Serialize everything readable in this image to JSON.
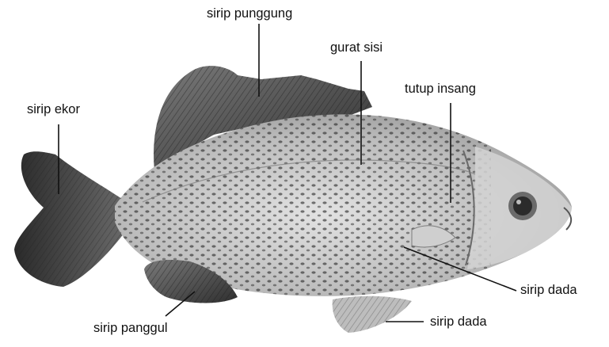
{
  "labels": {
    "dorsal_fin": "sirip punggung",
    "lateral_line": "gurat sisi",
    "tail_fin": "sirip ekor",
    "gill_cover": "tutup insang",
    "pectoral_fin": "sirip dada",
    "lower_fin": "sirip dada",
    "pelvic_fin": "sirip panggul"
  },
  "colors": {
    "fish_light": "#d9d9d9",
    "fish_mid": "#9a9a9a",
    "fish_dark": "#3a3a3a",
    "leader_line": "#111111"
  }
}
